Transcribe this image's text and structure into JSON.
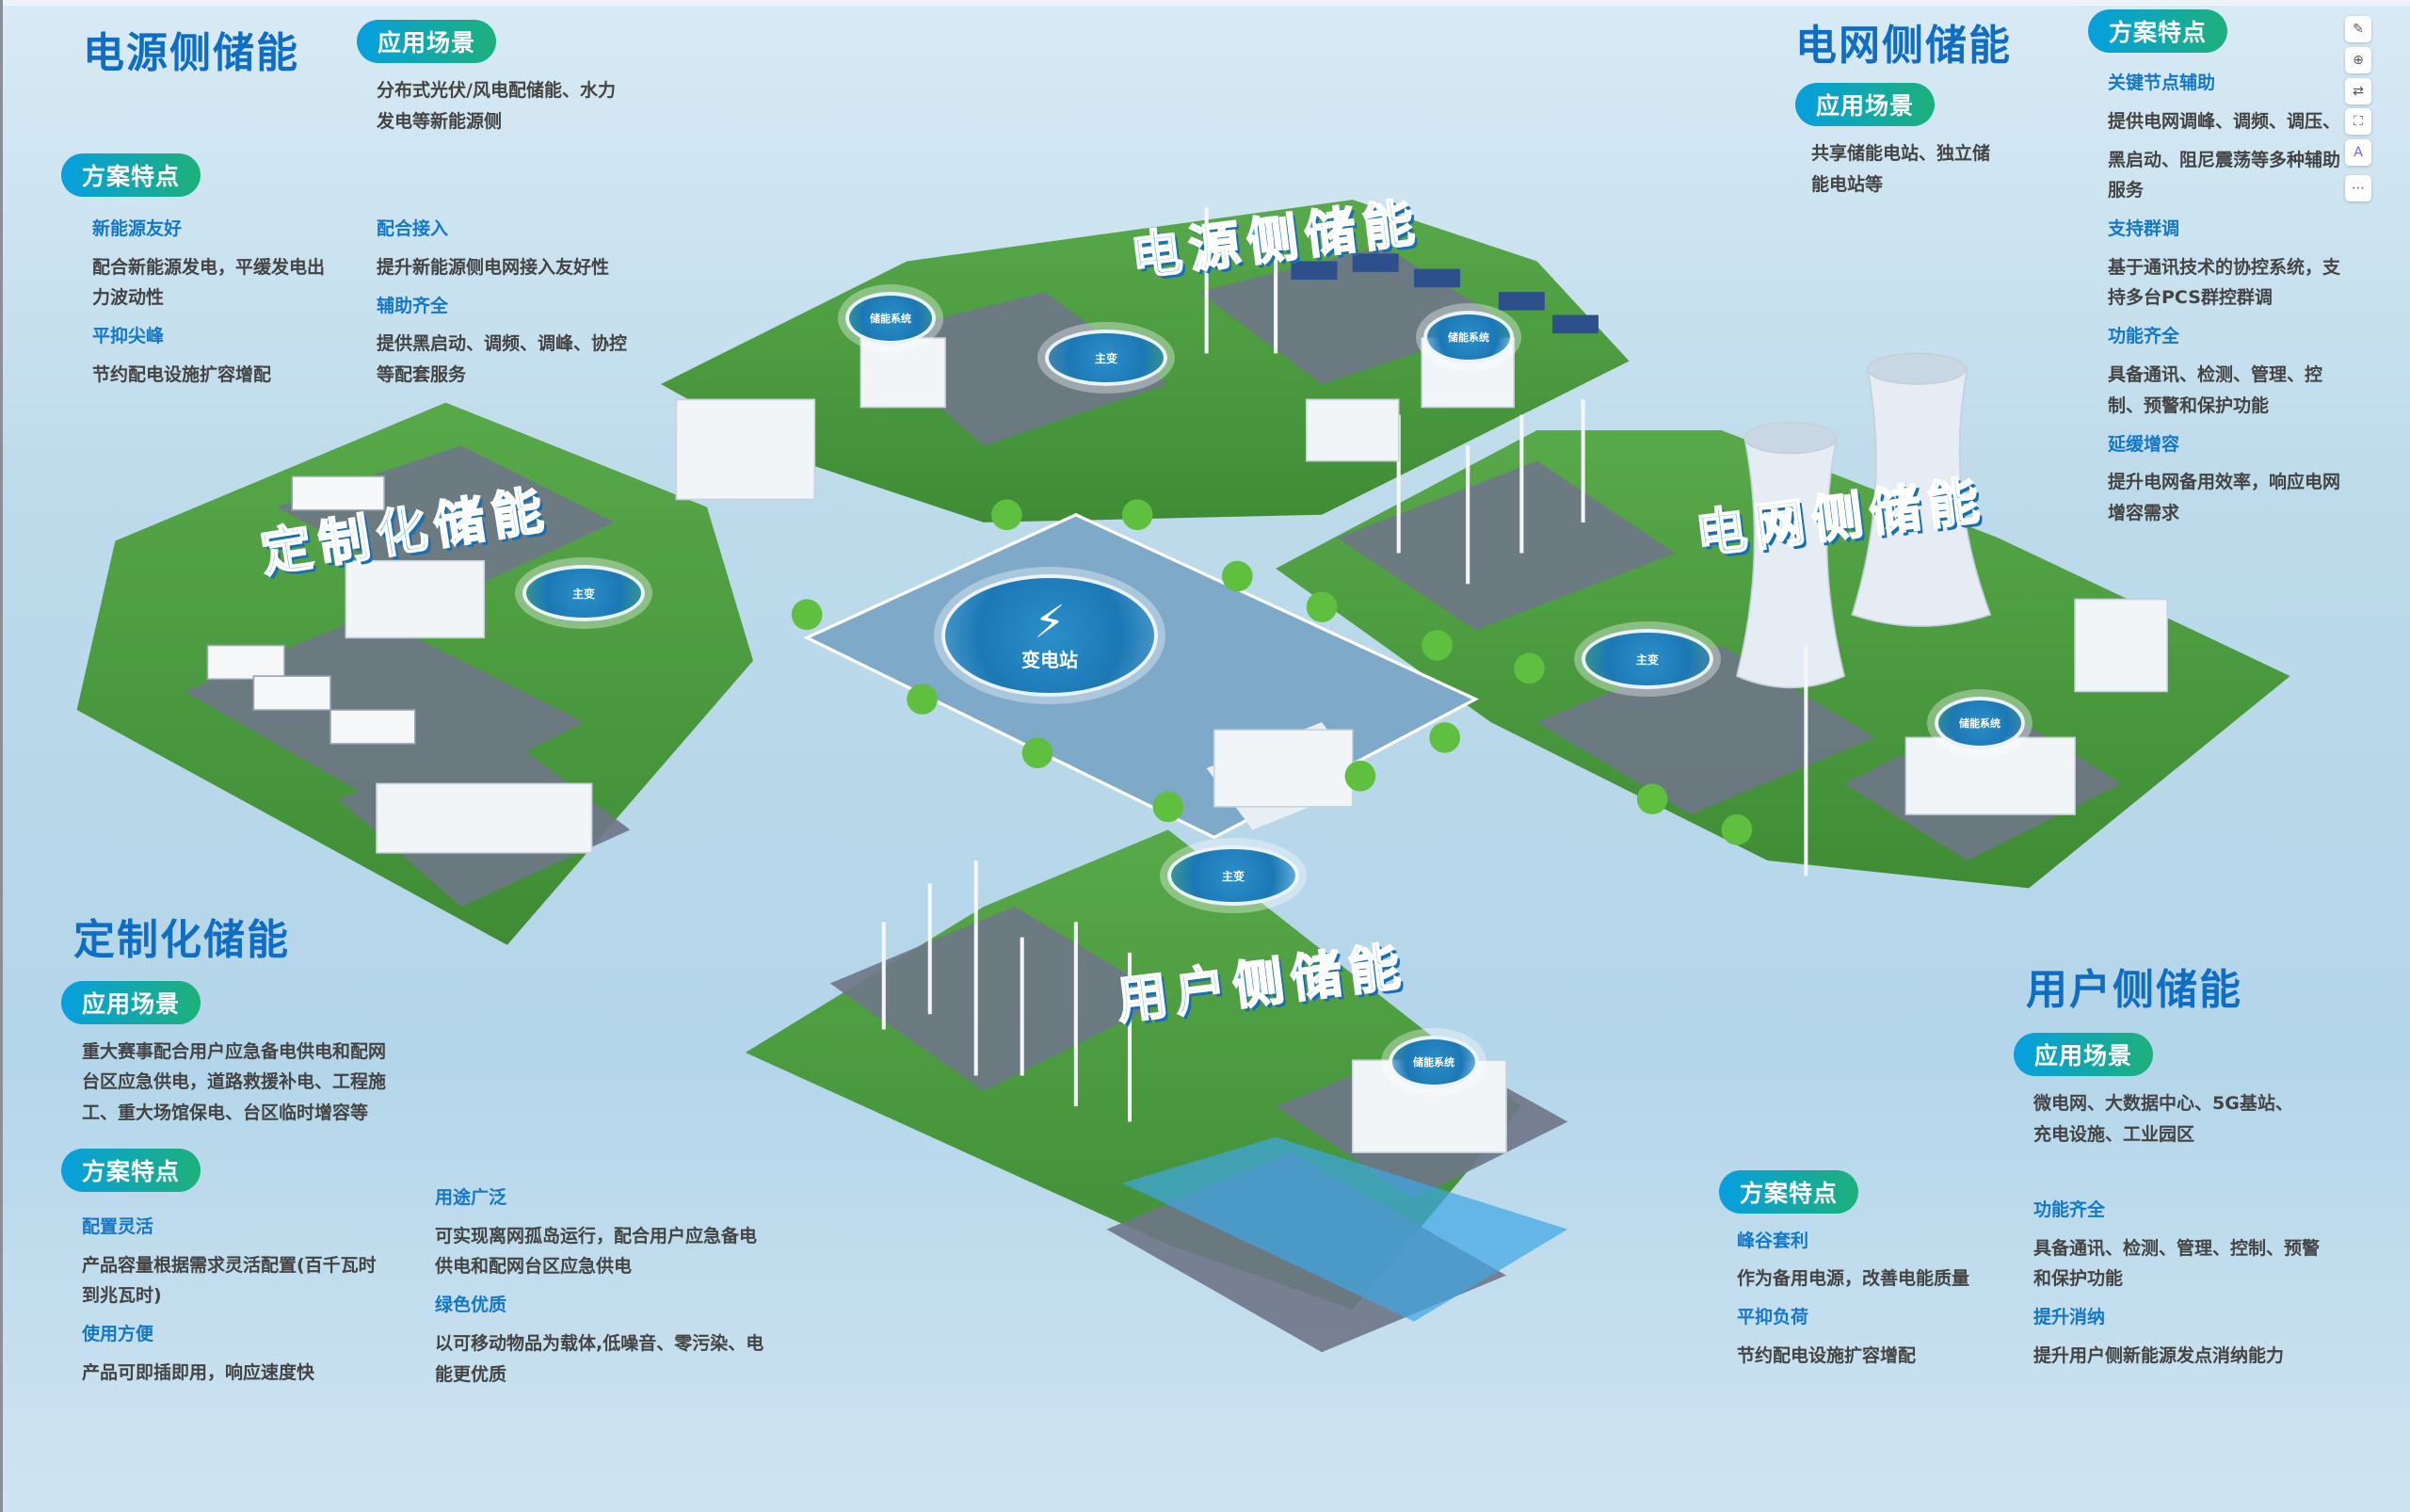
{
  "power_side": {
    "title": "电源侧储能",
    "scene_badge": "应用场景",
    "scene_lines": [
      "分布式光伏/风电配储能、水力",
      "发电等新能源侧"
    ],
    "feature_badge": "方案特点",
    "features": [
      {
        "heading": "新能源友好",
        "lines": [
          "配合新能源发电，平缓发电出",
          "力波动性"
        ]
      },
      {
        "heading": "平抑尖峰",
        "lines": [
          "节约配电设施扩容增配"
        ]
      },
      {
        "heading": "配合接入",
        "lines": [
          "提升新能源侧电网接入友好性"
        ]
      },
      {
        "heading": "辅助齐全",
        "lines": [
          "提供黑启动、调频、调峰、协控",
          "等配套服务"
        ]
      }
    ]
  },
  "grid_side": {
    "title": "电网侧储能",
    "scene_badge": "应用场景",
    "scene_lines": [
      "共享储能电站、独立储",
      "能电站等"
    ],
    "feature_badge": "方案特点",
    "features": [
      {
        "heading": "关键节点辅助",
        "lines": [
          "提供电网调峰、调频、调压、",
          "黑启动、阻尼震荡等多种辅助",
          "服务"
        ]
      },
      {
        "heading": "支持群调",
        "lines": [
          "基于通讯技术的协控系统，支",
          "持多台PCS群控群调"
        ]
      },
      {
        "heading": "功能齐全",
        "lines": [
          "具备通讯、检测、管理、控",
          "制、预警和保护功能"
        ]
      },
      {
        "heading": "延缓增容",
        "lines": [
          "提升电网备用效率，响应电网",
          "增容需求"
        ]
      }
    ]
  },
  "custom": {
    "title": "定制化储能",
    "scene_badge": "应用场景",
    "scene_lines": [
      "重大赛事配合用户应急备电供电和配网",
      "台区应急供电，道路救援补电、工程施",
      "工、重大场馆保电、台区临时增容等"
    ],
    "feature_badge": "方案特点",
    "features": [
      {
        "heading": "配置灵活",
        "lines": [
          "产品容量根据需求灵活配置(百千瓦时",
          "到兆瓦时)"
        ]
      },
      {
        "heading": "使用方便",
        "lines": [
          "产品可即插即用，响应速度快"
        ]
      },
      {
        "heading": "用途广泛",
        "lines": [
          "可实现离网孤岛运行，配合用户应急备电",
          "供电和配网台区应急供电"
        ]
      },
      {
        "heading": "绿色优质",
        "lines": [
          "以可移动物品为载体,低噪音、零污染、电",
          "能更优质"
        ]
      }
    ]
  },
  "user_side": {
    "title": "用户侧储能",
    "scene_badge": "应用场景",
    "scene_lines": [
      "微电网、大数据中心、5G基站、",
      "充电设施、工业园区"
    ],
    "feature_badge": "方案特点",
    "features": [
      {
        "heading": "峰谷套利",
        "lines": [
          "作为备用电源，改善电能质量"
        ]
      },
      {
        "heading": "平抑负荷",
        "lines": [
          "节约配电设施扩容增配"
        ]
      },
      {
        "heading": "功能齐全",
        "lines": [
          "具备通讯、检测、管理、控制、预警",
          "和保护功能"
        ]
      },
      {
        "heading": "提升消纳",
        "lines": [
          "提升用户侧新能源发点消纳能力"
        ]
      }
    ]
  },
  "illustration": {
    "labels": {
      "power": "电源侧储能",
      "custom": "定制化储能",
      "grid": "电网侧储能",
      "user": "用户侧储能"
    },
    "substation": "变电站",
    "storage_tag": "储能系统",
    "transformer_tag": "主变"
  },
  "toolbar": [
    "image-edit-icon",
    "zoom-in-icon",
    "translate-icon",
    "scan-icon",
    "text-recognition-icon",
    "more-icon"
  ],
  "colors": {
    "title": "#0f6ec4",
    "heading": "#1478c8",
    "badge_start": "#069fe0",
    "badge_end": "#1eb07a",
    "grass": "#4a9a3c"
  }
}
